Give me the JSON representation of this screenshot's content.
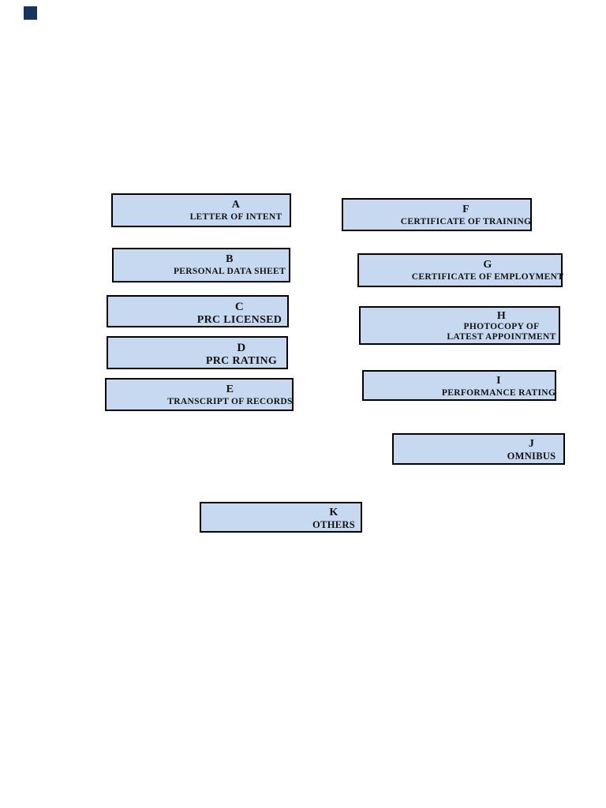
{
  "page": {
    "background_color": "#ffffff"
  },
  "decor": {
    "corner_square_color": "#17365d"
  },
  "colors": {
    "box_fill": "#c6d9f0",
    "box_border": "#000000",
    "text": "#121212"
  },
  "boxes": [
    {
      "letter": "A",
      "lines": [
        "LETTER OF INTENT"
      ]
    },
    {
      "letter": "B",
      "lines": [
        "PERSONAL DATA SHEET"
      ]
    },
    {
      "letter": "C",
      "lines": [
        "PRC LICENSED"
      ]
    },
    {
      "letter": "D",
      "lines": [
        "PRC RATING"
      ]
    },
    {
      "letter": "E",
      "lines": [
        "TRANSCRIPT OF RECORDS"
      ]
    },
    {
      "letter": "F",
      "lines": [
        "CERTIFICATE OF TRAINING"
      ]
    },
    {
      "letter": "G",
      "lines": [
        "CERTIFICATE OF EMPLOYMENT"
      ]
    },
    {
      "letter": "H",
      "lines": [
        "PHOTOCOPY OF",
        "LATEST APPOINTMENT"
      ]
    },
    {
      "letter": "I",
      "lines": [
        "PERFORMANCE RATING"
      ]
    },
    {
      "letter": "J",
      "lines": [
        "OMNIBUS"
      ]
    },
    {
      "letter": "K",
      "lines": [
        "OTHERS"
      ]
    }
  ]
}
